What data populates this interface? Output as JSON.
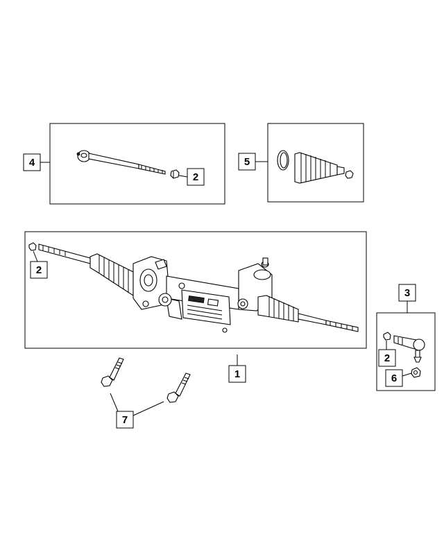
{
  "callouts": {
    "c1": "1",
    "c2a": "2",
    "c2b": "2",
    "c2c": "2",
    "c3": "3",
    "c4": "4",
    "c5": "5",
    "c6": "6",
    "c7": "7"
  }
}
